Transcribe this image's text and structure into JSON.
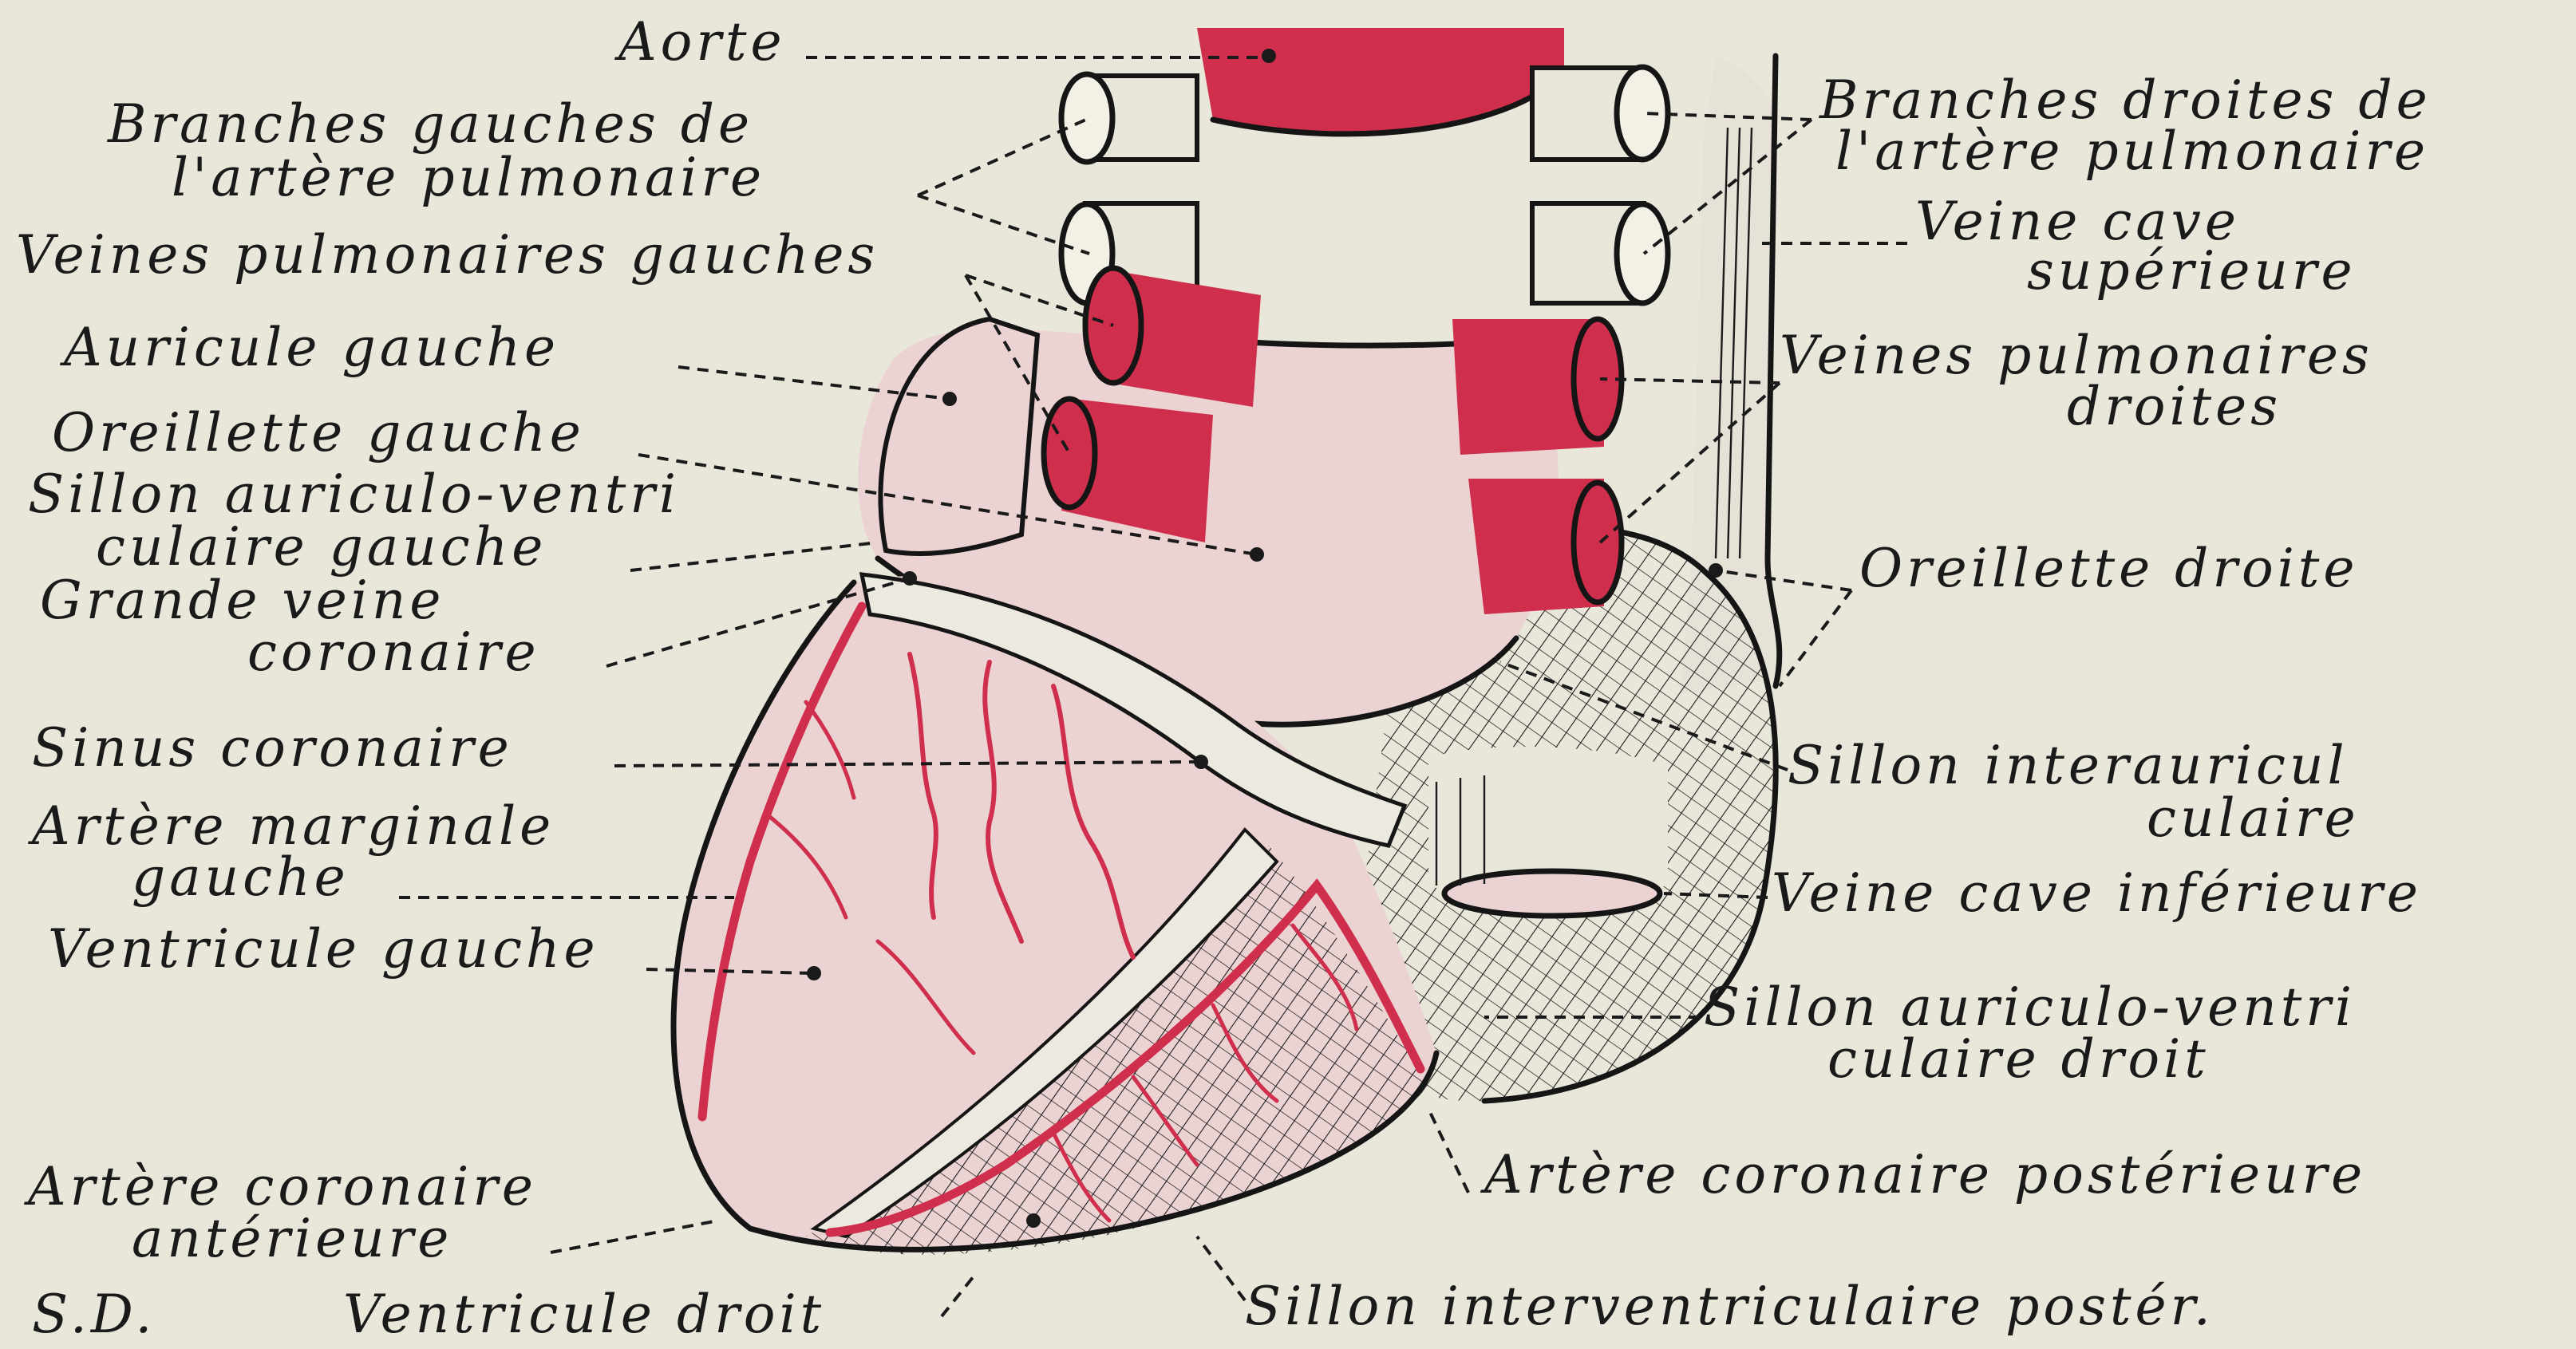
{
  "labels": {
    "aorte": "Aorte",
    "branches_gauches_1": "Branches gauches de",
    "branches_gauches_2": "l'artère pulmonaire",
    "veines_pulm_gauches": "Veines pulmonaires gauches",
    "auricule_gauche": "Auricule gauche",
    "oreillette_gauche": "Oreillette gauche",
    "sillon_av_gauche_1": "Sillon auriculo-ventri",
    "sillon_av_gauche_2": "culaire gauche",
    "grande_veine_1": "Grande veine",
    "grande_veine_2": "coronaire",
    "sinus_coronaire": "Sinus coronaire",
    "artere_marginale_1": "Artère marginale",
    "artere_marginale_2": "gauche",
    "ventricule_gauche": "Ventricule gauche",
    "artere_cor_ant_1": "Artère coronaire",
    "artere_cor_ant_2": "antérieure",
    "sd": "S.D.",
    "ventricule_droit": "Ventricule droit",
    "branches_droites_1": "Branches droites de",
    "branches_droites_2": "l'artère pulmonaire",
    "veine_cave_sup_1": "Veine cave",
    "veine_cave_sup_2": "supérieure",
    "veines_pulm_droites_1": "Veines pulmonaires",
    "veines_pulm_droites_2": "droites",
    "oreillette_droite": "Oreillette droite",
    "sillon_interauric_1": "Sillon interauricul",
    "sillon_interauric_2": "culaire",
    "veine_cave_inf": "Veine cave inférieure",
    "sillon_av_droit_1": "Sillon auriculo-ventri",
    "sillon_av_droit_2": "culaire droit",
    "artere_cor_post": "Artère coronaire postérieure",
    "sillon_iv_post": "Sillon interventriculaire postér."
  },
  "colors": {
    "background": "#e9e6da",
    "tissue": "#ecd3d3",
    "vessel_red": "#cf2f4c",
    "ink": "#151515"
  }
}
